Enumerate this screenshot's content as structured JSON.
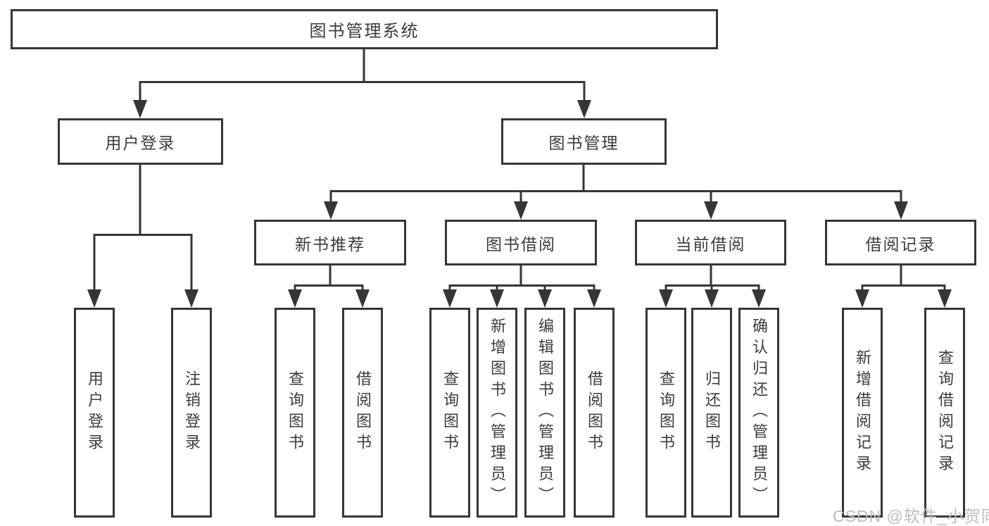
{
  "diagram_title": "图书管理系统",
  "nodes": {
    "root": "图书管理系统",
    "level2": [
      "用户登录",
      "图书管理"
    ],
    "level3": [
      "新书推荐",
      "图书借阅",
      "当前借阅",
      "借阅记录"
    ],
    "leaves": {
      "user_login": [
        "用户登录",
        "注销登录"
      ],
      "new_book": [
        "查询图书",
        "借阅图书"
      ],
      "book_borrow": [
        "查询图书",
        "新增图书（管理员）",
        "编辑图书（管理员）",
        "借阅图书"
      ],
      "current_borrow": [
        "查询图书",
        "归还图书",
        "确认归还（管理员）"
      ],
      "borrow_records": [
        "新增借阅记录",
        "查询借阅记录"
      ]
    }
  },
  "watermark": "CSDN @软件_小贺同学",
  "colors": {
    "line": "#363636",
    "text": "#3c3c3c",
    "background": "#ffffff",
    "watermark": "#c3babc"
  }
}
